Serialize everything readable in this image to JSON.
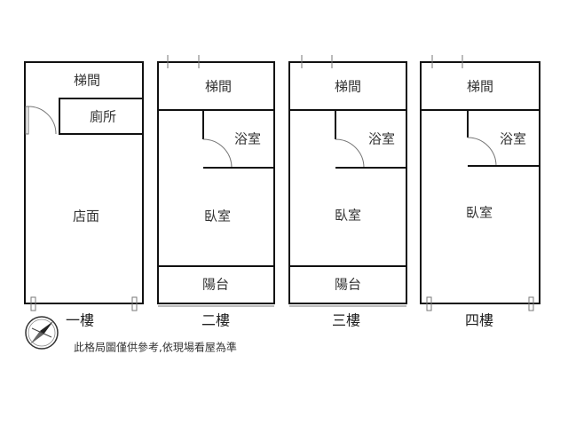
{
  "floors": [
    {
      "label": "一樓",
      "rooms": {
        "stair": "梯間",
        "toilet": "廁所",
        "shop": "店面"
      }
    },
    {
      "label": "二樓",
      "rooms": {
        "stair": "梯間",
        "bath": "浴室",
        "bedroom": "臥室",
        "balcony": "陽台"
      }
    },
    {
      "label": "三樓",
      "rooms": {
        "stair": "梯間",
        "bath": "浴室",
        "bedroom": "臥室",
        "balcony": "陽台"
      }
    },
    {
      "label": "四樓",
      "rooms": {
        "stair": "梯間",
        "bath": "浴室",
        "bedroom": "臥室"
      }
    }
  ],
  "note": "此格局圖僅供參考,依現場看屋為準",
  "compass_icon": "compass-icon"
}
